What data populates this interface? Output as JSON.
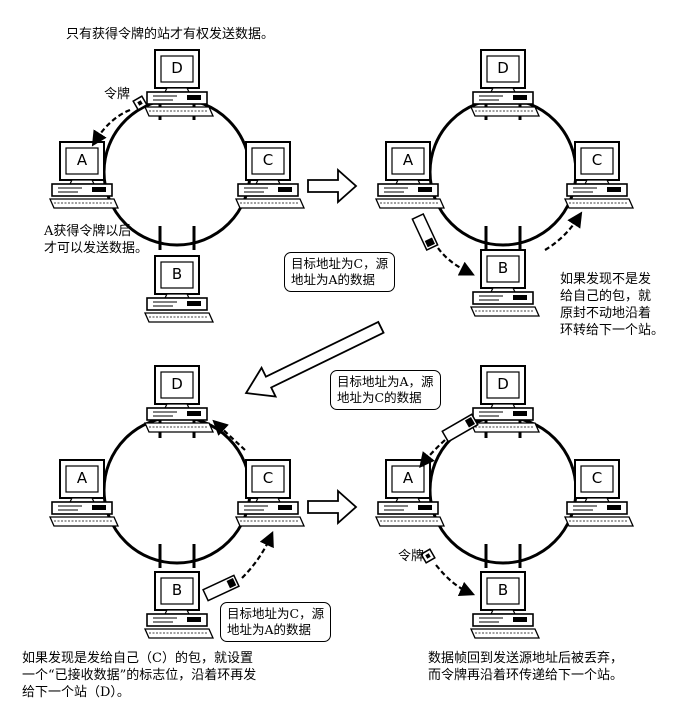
{
  "panels": {
    "p1": {
      "title": "只有获得令牌的站才有权发送数据。",
      "token_label": "令牌",
      "note_lines": [
        "A获得令牌以后",
        "才可以发送数据。"
      ],
      "stations": {
        "top": "D",
        "left": "A",
        "right": "C",
        "bottom": "B"
      }
    },
    "p2": {
      "stations": {
        "top": "D",
        "left": "A",
        "right": "C",
        "bottom": "B"
      },
      "callout_lines": [
        "目标地址为C，源",
        "地址为A的数据"
      ],
      "note_lines": [
        "如果发现不是发",
        "给自己的包，就",
        "原封不动地沿着",
        "环转给下一个站。"
      ]
    },
    "p3": {
      "stations": {
        "top": "D",
        "left": "A",
        "right": "C",
        "bottom": "B"
      },
      "callout_lines": [
        "目标地址为C，源",
        "地址为A的数据"
      ],
      "note_lines": [
        "如果发现是发给自己（C）的包，就设置",
        "一个“已接收数据”的标志位，沿着环再发",
        "给下一个站（D）。"
      ]
    },
    "p4": {
      "stations": {
        "top": "D",
        "left": "A",
        "right": "C",
        "bottom": "B"
      },
      "callout_lines": [
        "目标地址为A，源",
        "地址为C的数据"
      ],
      "token_label": "令牌",
      "note_lines": [
        "数据帧回到发送源地址后被丢弃，",
        "而令牌再沿着环传递给下一个站。"
      ]
    }
  },
  "colors": {
    "ink": "#000000",
    "paper": "#ffffff",
    "screen": "#ffffff"
  }
}
